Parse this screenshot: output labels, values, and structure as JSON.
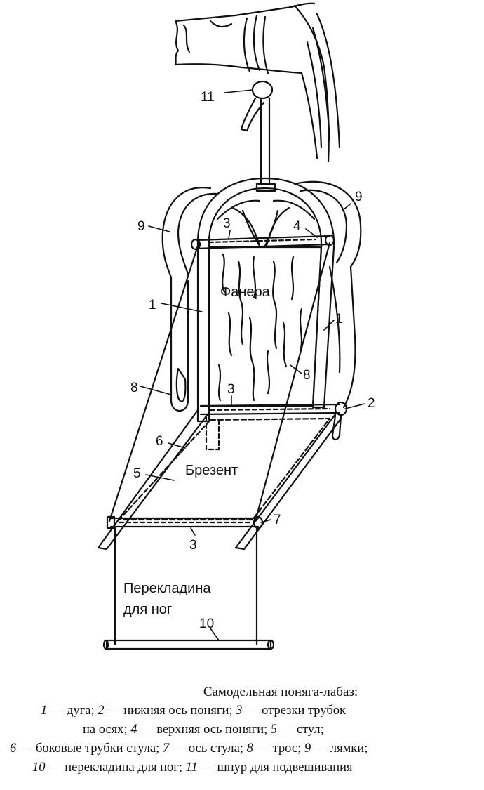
{
  "figure": {
    "callouts": {
      "c1_left": "1",
      "c1_right": "1",
      "c2": "2",
      "c3_top": "3",
      "c3_mid": "3",
      "c3_bottom": "3",
      "c4": "4",
      "c5": "5",
      "c6": "6",
      "c7": "7",
      "c8_left": "8",
      "c8_right": "8",
      "c9_left": "9",
      "c9_right": "9",
      "c10": "10",
      "c11": "11"
    },
    "words": {
      "plywood": "Фанера",
      "canvas": "Брезент",
      "crossbar_line1": "Перекладина",
      "crossbar_line2": "для ног"
    }
  },
  "caption": {
    "title": "Самодельная поняга-лабаз:",
    "rows": [
      [
        {
          "n": "1",
          "t": " — дуга; "
        },
        {
          "n": "2",
          "t": " — нижняя ось поняги; "
        },
        {
          "n": "3",
          "t": " — отрезки трубок"
        }
      ],
      [
        {
          "n": "",
          "t": "на осях; "
        },
        {
          "n": "4",
          "t": " — верхняя ось поняги; "
        },
        {
          "n": "5",
          "t": " — стул;"
        }
      ],
      [
        {
          "n": "6",
          "t": " — боковые трубки стула; "
        },
        {
          "n": "7",
          "t": " — ось стула; "
        },
        {
          "n": "8",
          "t": " — трос; "
        },
        {
          "n": "9",
          "t": " — лямки;"
        }
      ],
      [
        {
          "n": "10",
          "t": " — перекладина для ног; "
        },
        {
          "n": "11",
          "t": " — шнур для подвешивания"
        }
      ]
    ]
  }
}
